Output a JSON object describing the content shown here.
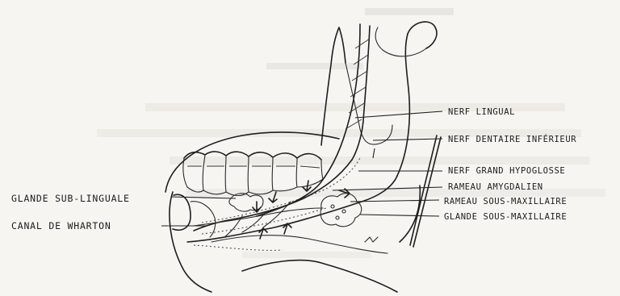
{
  "diagram": {
    "labels": {
      "nerf_lingual": "NERF LINGUAL",
      "nerf_dentaire_inferieur": "NERF DENTAIRE INFÉRIEUR",
      "nerf_grand_hypoglosse": "NERF GRAND HYPOGLOSSE",
      "rameau_amygdalien": "RAMEAU AMYGDALIEN",
      "rameau_sous_maxillaire": "RAMEAU SOUS-MAXILLAIRE",
      "glande_sous_maxillaire": "GLANDE SOUS-MAXILLAIRE",
      "glande_sub_linguale": "GLANDE SUB-LINGUALE",
      "canal_de_wharton": "CANAL DE WHARTON"
    }
  }
}
